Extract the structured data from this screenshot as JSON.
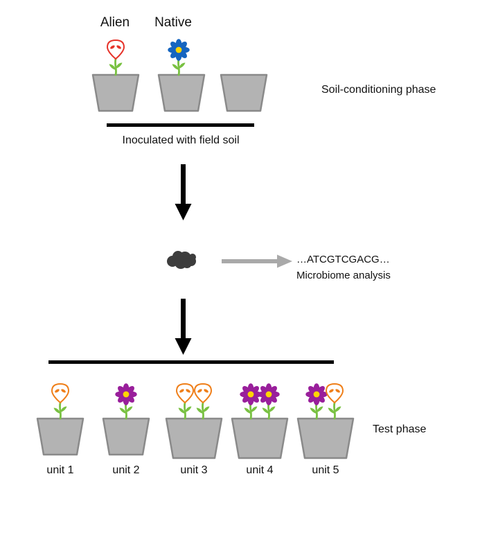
{
  "top": {
    "alien_label": "Alien",
    "native_label": "Native",
    "caption": "Inoculated with field soil",
    "phase_label": "Soil-conditioning phase",
    "pots": [
      "alien-plant",
      "native-plant",
      "empty"
    ]
  },
  "middle": {
    "sequence_text": "…ATCGTCGACG…",
    "analysis_label": "Microbiome analysis"
  },
  "bottom": {
    "phase_label": "Test phase",
    "units": [
      {
        "label": "unit 1",
        "plants": [
          "alien-flower"
        ]
      },
      {
        "label": "unit 2",
        "plants": [
          "purple-flower"
        ]
      },
      {
        "label": "unit 3",
        "plants": [
          "alien-flower",
          "alien-flower"
        ]
      },
      {
        "label": "unit 4",
        "plants": [
          "purple-flower",
          "purple-flower"
        ]
      },
      {
        "label": "unit 5",
        "plants": [
          "purple-flower",
          "alien-flower"
        ]
      }
    ]
  },
  "colors": {
    "alien_red": "#e6332a",
    "alien_orange": "#ef7f1a",
    "native_blue": "#1565c0",
    "flower_purple": "#991f9b",
    "center_yellow": "#ffd500",
    "stem_green": "#79c142",
    "pot_fill": "#b3b3b3",
    "pot_stroke": "#8a8a8a",
    "soil_dark": "#3d3d3d",
    "arrow_black": "#000000",
    "arrow_gray": "#a9a9a9",
    "line_black": "#000000",
    "background": "#ffffff"
  }
}
